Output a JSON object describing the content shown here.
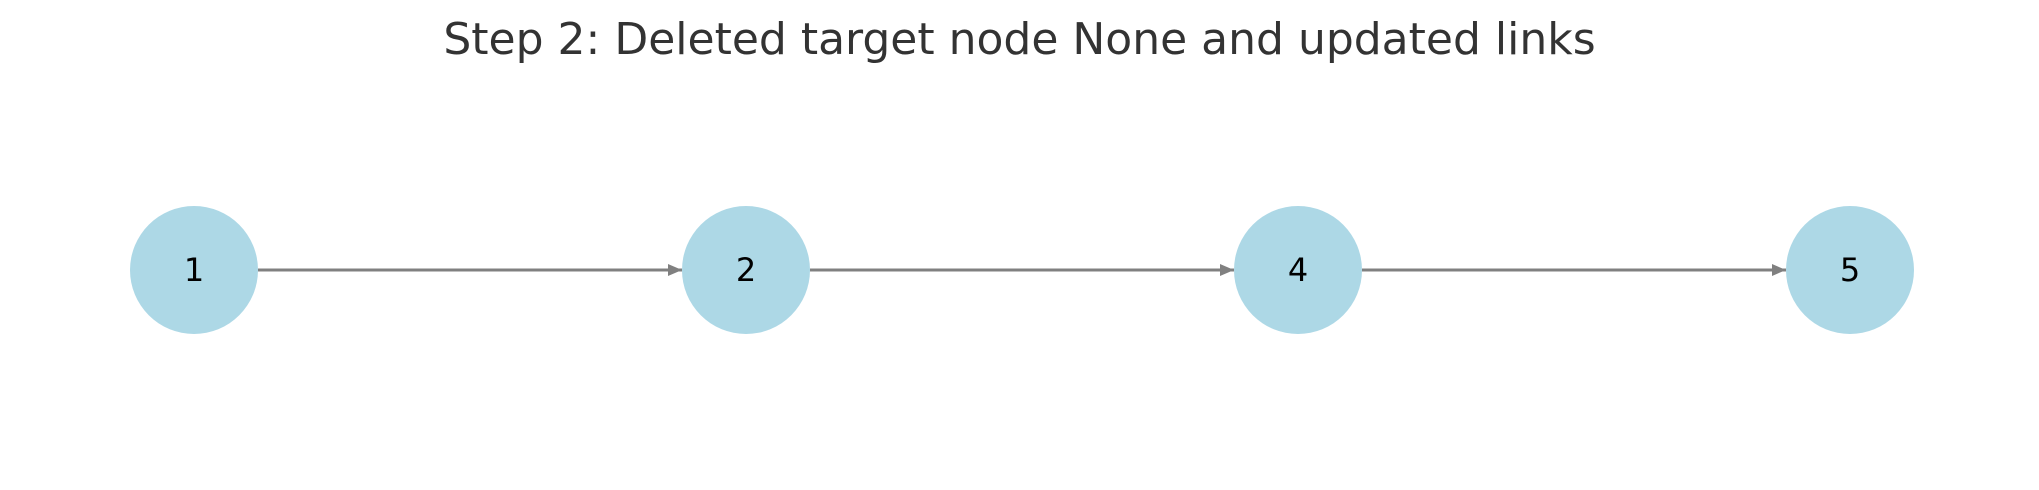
{
  "title": "Step 2: Deleted target node None and updated links",
  "colors": {
    "node_fill": "#add8e6",
    "edge": "#808080",
    "title_text": "#333333",
    "label_text": "#000000",
    "background": "#ffffff"
  },
  "nodes": [
    {
      "id": "n1",
      "label": "1"
    },
    {
      "id": "n2",
      "label": "2"
    },
    {
      "id": "n4",
      "label": "4"
    },
    {
      "id": "n5",
      "label": "5"
    }
  ],
  "edges": [
    {
      "from": "n1",
      "to": "n2"
    },
    {
      "from": "n2",
      "to": "n4"
    },
    {
      "from": "n4",
      "to": "n5"
    }
  ]
}
